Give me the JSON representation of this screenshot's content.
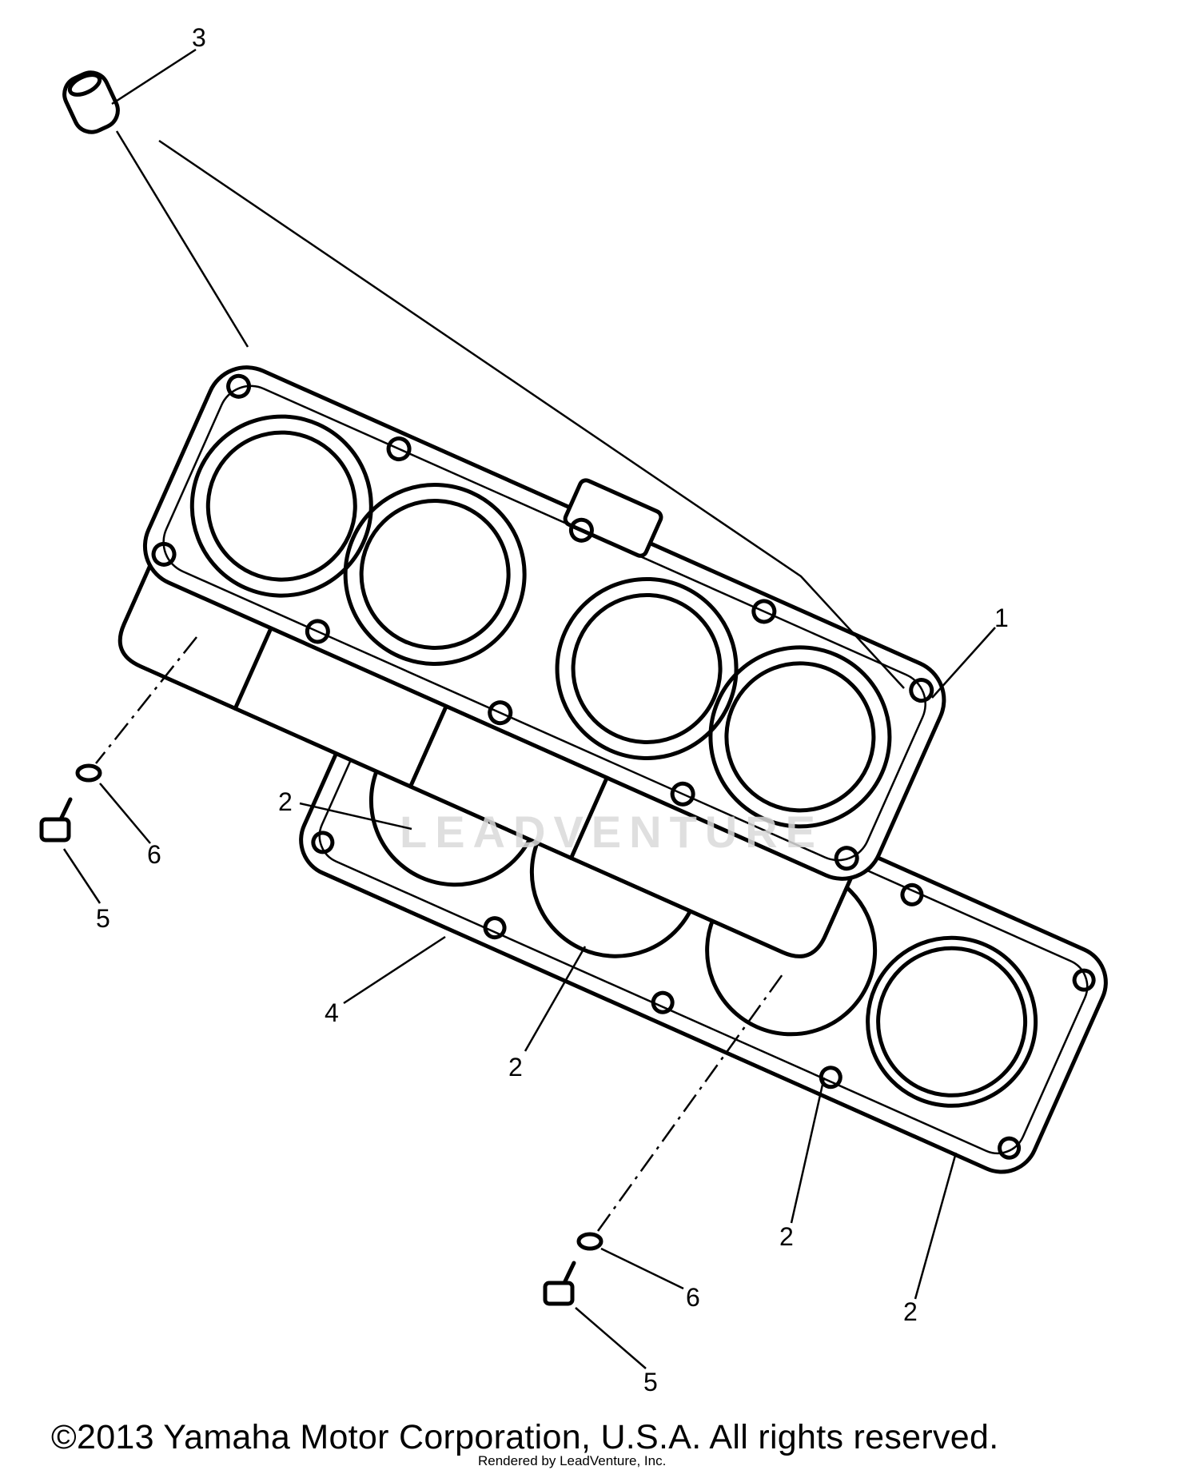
{
  "diagram": {
    "callouts": [
      {
        "id": "callout-3",
        "text": "3"
      },
      {
        "id": "callout-1",
        "text": "1"
      },
      {
        "id": "callout-2a",
        "text": "2"
      },
      {
        "id": "callout-6a",
        "text": "6"
      },
      {
        "id": "callout-5a",
        "text": "5"
      },
      {
        "id": "callout-4",
        "text": "4"
      },
      {
        "id": "callout-2b",
        "text": "2"
      },
      {
        "id": "callout-2c",
        "text": "2"
      },
      {
        "id": "callout-2d",
        "text": "2"
      },
      {
        "id": "callout-6b",
        "text": "6"
      },
      {
        "id": "callout-5b",
        "text": "5"
      }
    ],
    "watermark": "LEADVENTURE"
  },
  "footer": {
    "copyright": "©2013 Yamaha Motor Corporation, U.S.A. All rights reserved.",
    "rendered_by": "Rendered by LeadVenture, Inc."
  }
}
